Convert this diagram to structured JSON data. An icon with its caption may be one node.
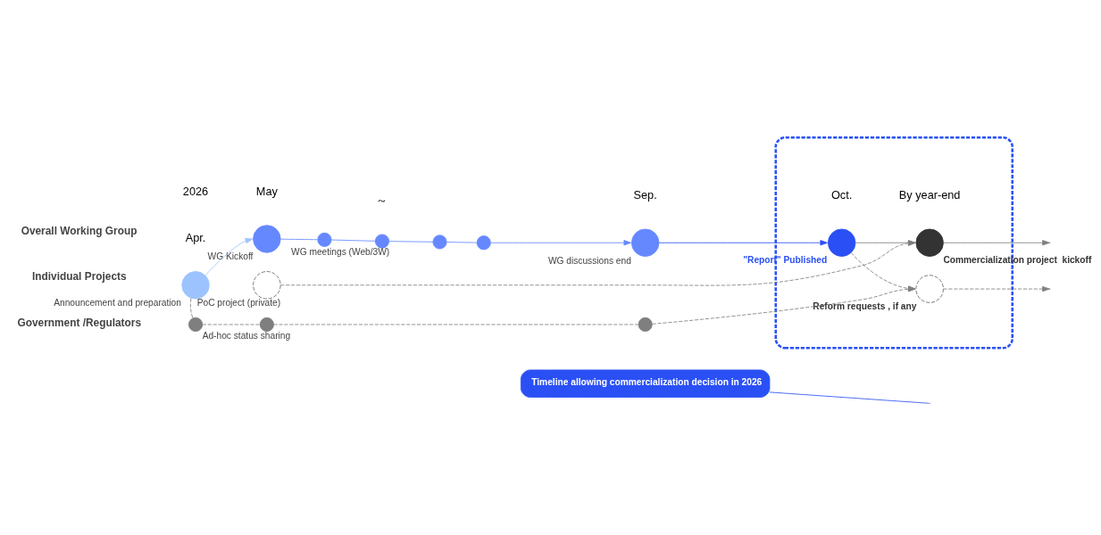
{
  "diagram": {
    "nodes": [
      {
        "text": [],
        "shape": "circle",
        "beside": [
          "Announcement and preparation"
        ]
      },
      {
        "text": [],
        "shape": "circle",
        "beside": [
          "WG Kickoff"
        ]
      },
      {
        "text": [],
        "shape": "circle"
      },
      {
        "text": [],
        "shape": "circle",
        "beside": [
          "WG meetings (Web/3W)"
        ]
      },
      {
        "text": [],
        "shape": "circle"
      },
      {
        "text": [],
        "shape": "circle"
      },
      {
        "text": [],
        "shape": "circle",
        "beside": [
          "WG discussions end"
        ]
      },
      {
        "text": [],
        "shape": "box"
      },
      {
        "text": [],
        "shape": "circle",
        "beside": [
          "\"Report\" Published"
        ],
        "in": 7
      },
      {
        "text": [],
        "shape": "circle",
        "beside": [
          "PoC project (private)"
        ]
      },
      {
        "text": [],
        "shape": "circle",
        "beside": [
          "Commercialization project  kickoff"
        ],
        "in": 7
      },
      {
        "text": [],
        "shape": "circle",
        "beside": [
          "Ad-hoc status sharing"
        ]
      },
      {
        "text": [],
        "shape": "circle"
      },
      {
        "text": [],
        "shape": "circle"
      },
      {
        "text": [],
        "shape": "circle",
        "beside": [
          "Reform requests , if any"
        ],
        "in": 7
      },
      {
        "text": [
          "Timeline allowing commercialization decision in 2026"
        ]
      }
    ],
    "edges": [
      {
        "from": 0,
        "to": 1,
        "arrow": "to",
        "color": "#9dc3ff"
      },
      {
        "from": 1,
        "to": 2,
        "arrow": "none",
        "color": "#6688ff"
      },
      {
        "from": 2,
        "to": 3,
        "arrow": "none",
        "color": "#6688ff"
      },
      {
        "from": 3,
        "to": 4,
        "arrow": "none",
        "color": "#6688ff"
      },
      {
        "from": 4,
        "to": 5,
        "arrow": "none",
        "color": "#6688ff"
      },
      {
        "from": 5,
        "to": 6,
        "arrow": "to",
        "color": "#6688ff"
      },
      {
        "from": 6,
        "to": 8,
        "arrow": "to",
        "color": "#2a50f5"
      },
      {
        "from": 0,
        "to": 11,
        "arrow": "none",
        "style": "dashed"
      },
      {
        "from": 9,
        "to": 10,
        "arrow": "to",
        "style": "dashed"
      },
      {
        "from": 8,
        "to": 10,
        "arrow": "to"
      },
      {
        "from": 8,
        "to": 14,
        "arrow": "to",
        "style": "dashed"
      },
      {
        "from": 11,
        "to": 12,
        "arrow": "none",
        "style": "dashed"
      },
      {
        "from": 12,
        "to": 13,
        "arrow": "none",
        "style": "dashed"
      },
      {
        "from": 13,
        "to": 14,
        "arrow": "to",
        "style": "dashed"
      },
      {
        "from": 10,
        "to": null,
        "arrow": "to"
      },
      {
        "from": 14,
        "to": null,
        "arrow": "to",
        "style": "dashed"
      },
      {
        "from": 15,
        "to": null,
        "arrow": "none",
        "color": "#2a50f5"
      }
    ],
    "labels": [
      "2026",
      "Apr.",
      "May",
      "～",
      "Sep.",
      "Oct.",
      "By year-end",
      "Overall Working Group",
      "Individual Projects",
      "Government /Regulators"
    ]
  }
}
